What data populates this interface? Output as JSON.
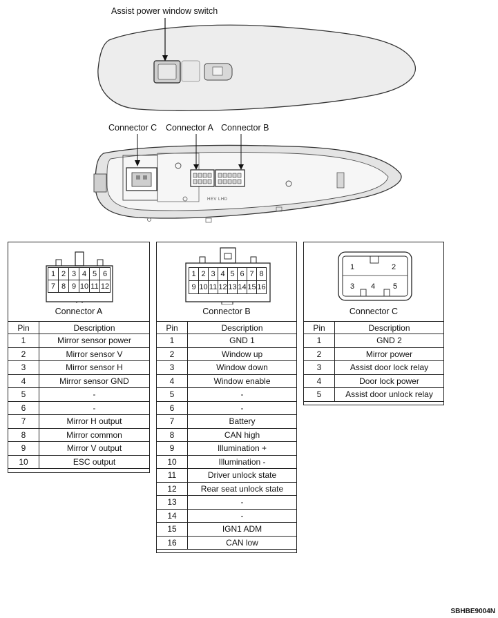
{
  "callouts": {
    "assist_switch": "Assist power window switch",
    "connector_c": "Connector C",
    "connector_a": "Connector A",
    "connector_b": "Connector B"
  },
  "switch_stamp": "HEV LHD",
  "connector_a": {
    "title": "Connector A",
    "pin_face_top": [
      "1",
      "2",
      "3",
      "4",
      "5",
      "6"
    ],
    "pin_face_bottom": [
      "7",
      "8",
      "9",
      "10",
      "11",
      "12"
    ],
    "columns": [
      "Pin",
      "Description"
    ],
    "rows": [
      [
        "1",
        "Mirror sensor power"
      ],
      [
        "2",
        "Mirror sensor V"
      ],
      [
        "3",
        "Mirror sensor H"
      ],
      [
        "4",
        "Mirror sensor GND"
      ],
      [
        "5",
        "-"
      ],
      [
        "6",
        "-"
      ],
      [
        "7",
        "Mirror H output"
      ],
      [
        "8",
        "Mirror common"
      ],
      [
        "9",
        "Mirror V output"
      ],
      [
        "10",
        "ESC output"
      ]
    ]
  },
  "connector_b": {
    "title": "Connector B",
    "pin_face_top": [
      "1",
      "2",
      "3",
      "4",
      "5",
      "6",
      "7",
      "8"
    ],
    "pin_face_bottom": [
      "9",
      "10",
      "11",
      "12",
      "13",
      "14",
      "15",
      "16"
    ],
    "columns": [
      "Pin",
      "Description"
    ],
    "rows": [
      [
        "1",
        "GND 1"
      ],
      [
        "2",
        "Window up"
      ],
      [
        "3",
        "Window down"
      ],
      [
        "4",
        "Window enable"
      ],
      [
        "5",
        "-"
      ],
      [
        "6",
        "-"
      ],
      [
        "7",
        "Battery"
      ],
      [
        "8",
        "CAN high"
      ],
      [
        "9",
        "Illumination +"
      ],
      [
        "10",
        "Illumination -"
      ],
      [
        "11",
        "Driver unlock state"
      ],
      [
        "12",
        "Rear seat unlock state"
      ],
      [
        "13",
        "-"
      ],
      [
        "14",
        "-"
      ],
      [
        "15",
        "IGN1 ADM"
      ],
      [
        "16",
        "CAN low"
      ]
    ]
  },
  "connector_c": {
    "title": "Connector C",
    "pin_face": [
      "1",
      "2",
      "3",
      "4",
      "5"
    ],
    "columns": [
      "Pin",
      "Description"
    ],
    "rows": [
      [
        "1",
        "GND 2"
      ],
      [
        "2",
        "Mirror power"
      ],
      [
        "3",
        "Assist door lock relay"
      ],
      [
        "4",
        "Door lock power"
      ],
      [
        "5",
        "Assist door unlock relay"
      ]
    ]
  },
  "figure_code": "SBHBE9004N"
}
